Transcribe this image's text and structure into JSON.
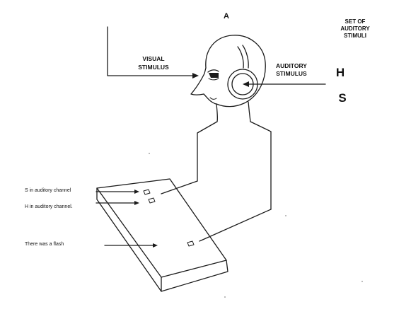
{
  "figure": {
    "panel_label": "A",
    "stimulus_set_heading": [
      "SET OF",
      "AUDITORY",
      "STIMULI"
    ],
    "visual_stimulus_label": [
      "VISUAL",
      "STIMULUS"
    ],
    "auditory_stimulus_label": [
      "AUDITORY",
      "STIMULUS"
    ],
    "letter_h": "H",
    "letter_s": "S",
    "response_labels": {
      "s_channel": "S in auditory channel",
      "h_channel": "H in auditory channel.",
      "flash": "There was a flash"
    }
  }
}
